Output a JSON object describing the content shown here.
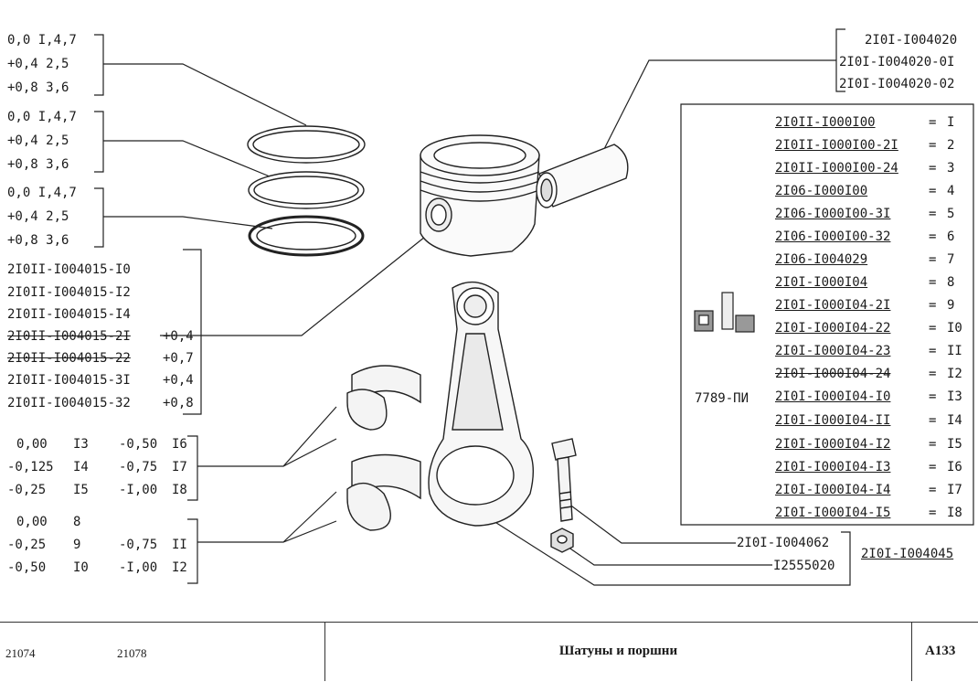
{
  "ring_sets": [
    [
      "0,0 I,4,7",
      "+0,4 2,5",
      "+0,8 3,6"
    ],
    [
      "0,0 I,4,7",
      "+0,4 2,5",
      "+0,8 3,6"
    ],
    [
      "0,0 I,4,7",
      "+0,4 2,5",
      "+0,8 3,6"
    ]
  ],
  "ring_part_numbers": [
    {
      "code": "2I0II-I004015-I0",
      "extra": ""
    },
    {
      "code": "2I0II-I004015-I2",
      "extra": ""
    },
    {
      "code": "2I0II-I004015-I4",
      "extra": ""
    },
    {
      "code": "2I0II-I004015-2I",
      "extra": "+0,4"
    },
    {
      "code": "2I0II-I004015-22",
      "extra": "+0,7"
    },
    {
      "code": "2I0II-I004015-3I",
      "extra": "+0,4"
    },
    {
      "code": "2I0II-I004015-32",
      "extra": "+0,8"
    }
  ],
  "bearing_top": [
    [
      "0,00",
      "I3",
      "-0,50",
      "I6"
    ],
    [
      "-0,125",
      "I4",
      "-0,75",
      "I7"
    ],
    [
      "-0,25",
      "I5",
      "-I,00",
      "I8"
    ]
  ],
  "bearing_bottom": [
    [
      "0,00",
      "8",
      "",
      ""
    ],
    [
      "-0,25",
      "9",
      "-0,75",
      "II"
    ],
    [
      "-0,50",
      "I0",
      "-I,00",
      "I2"
    ]
  ],
  "pin_part_numbers": [
    "2I0I-I004020",
    "2I0I-I004020-0I",
    "2I0I-I004020-02"
  ],
  "rod_table": [
    {
      "code": "2I0II-I000I00",
      "num": "I"
    },
    {
      "code": "2I0II-I000I00-2I",
      "num": "2"
    },
    {
      "code": "2I0II-I000I00-24",
      "num": "3"
    },
    {
      "code": "2I06-I000I00",
      "num": "4"
    },
    {
      "code": "2I06-I000I00-3I",
      "num": "5"
    },
    {
      "code": "2I06-I000I00-32",
      "num": "6"
    },
    {
      "code": "2I06-I004029",
      "num": "7"
    },
    {
      "code": "2I0I-I000I04",
      "num": "8"
    },
    {
      "code": "2I0I-I000I04-2I",
      "num": "9"
    },
    {
      "code": "2I0I-I000I04-22",
      "num": "I0"
    },
    {
      "code": "2I0I-I000I04-23",
      "num": "II"
    },
    {
      "code": "2I0I-I000I04-24",
      "num": "I2"
    },
    {
      "code": "2I0I-I000I04-I0",
      "num": "I3"
    },
    {
      "code": "2I0I-I000I04-II",
      "num": "I4"
    },
    {
      "code": "2I0I-I000I04-I2",
      "num": "I5"
    },
    {
      "code": "2I0I-I000I04-I3",
      "num": "I6"
    },
    {
      "code": "2I0I-I000I04-I4",
      "num": "I7"
    },
    {
      "code": "2I0I-I000I04-I5",
      "num": "I8"
    }
  ],
  "eq": "=",
  "tool_code": "7789-ПИ",
  "bolt_code": "2I0I-I004062",
  "nut_code": "I2555020",
  "assembly_code": "2I0I-I004045",
  "footer": {
    "model1": "21074",
    "model2": "21078",
    "title": "Шатуны и поршни",
    "page": "A133"
  }
}
